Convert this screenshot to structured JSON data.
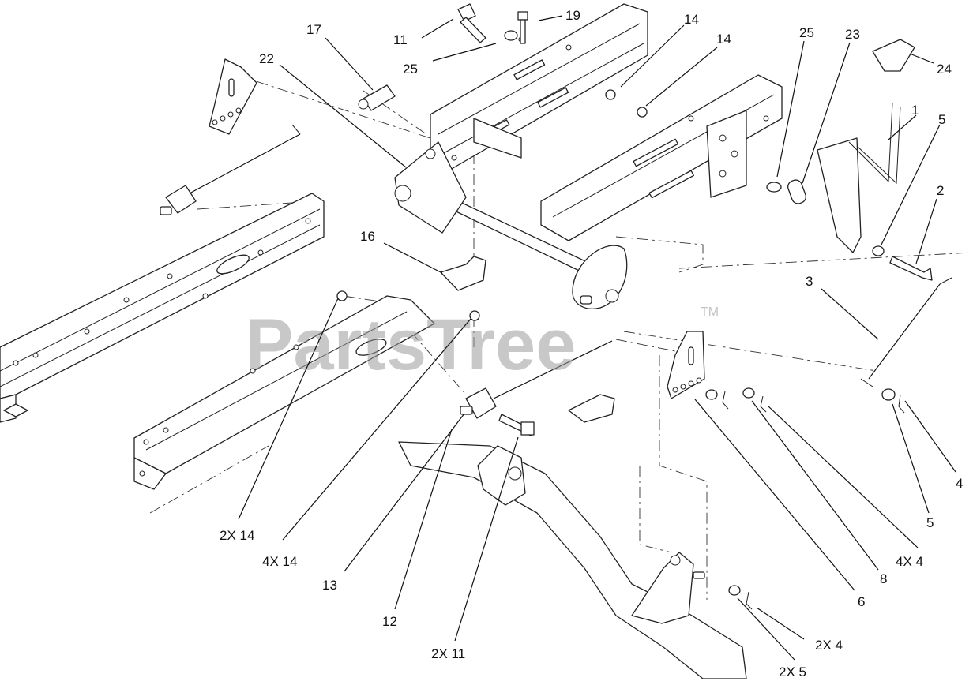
{
  "watermark": {
    "brand": "PartsTree",
    "trademark": "TM"
  },
  "callouts": {
    "c1": "1",
    "c2": "2",
    "c3": "3",
    "c4": "4",
    "c5a": "5",
    "c5b": "5",
    "c6": "6",
    "c8": "8",
    "c11": "11",
    "c12": "12",
    "c13": "13",
    "c14a": "14",
    "c14b": "14",
    "c16": "16",
    "c17": "17",
    "c19": "19",
    "c22": "22",
    "c23": "23",
    "c24": "24",
    "c25a": "25",
    "c25b": "25",
    "c2x14": "2X 14",
    "c4x14": "4X 14",
    "c2x11": "2X 11",
    "c4x4": "4X 4",
    "c2x4": "2X 4",
    "c2x5": "2X 5"
  }
}
